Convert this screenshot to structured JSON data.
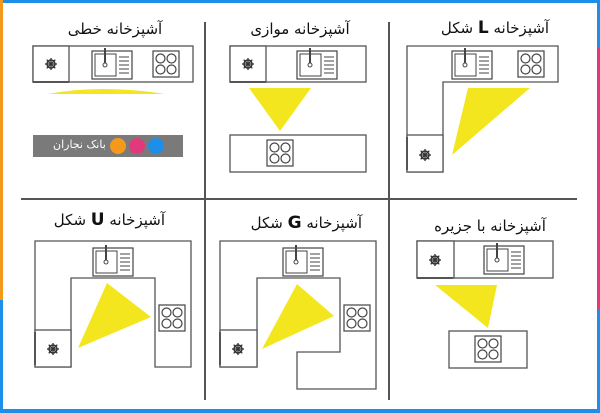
{
  "colors": {
    "frame_blue": "#1e8fe8",
    "frame_orange": "#f39a1c",
    "frame_pink": "#e13a7c",
    "triangle_yellow": "#f4e61e",
    "line_gray": "#555555",
    "badge_gray": "#7a7a7a"
  },
  "panels": [
    {
      "id": "linear",
      "title": "آشپزخانه خطی",
      "letter": ""
    },
    {
      "id": "parallel",
      "title": "آشپزخانه موازی",
      "letter": ""
    },
    {
      "id": "l-shape",
      "title_prefix": "آشپزخانه",
      "letter": "L",
      "title_suffix": "شکل"
    },
    {
      "id": "u-shape",
      "title_prefix": "آشپزخانه",
      "letter": "U",
      "title_suffix": "شکل"
    },
    {
      "id": "g-shape",
      "title_prefix": "آشپزخانه",
      "letter": "G",
      "title_suffix": "شکل"
    },
    {
      "id": "island",
      "title": "آشپزخانه با جزیره",
      "letter": ""
    }
  ],
  "watermark": {
    "text": "بانک نجاران",
    "dot_colors": [
      "#f39a1c",
      "#e13a7c",
      "#1e8fe8"
    ]
  },
  "icons": {
    "fridge": "fridge-icon",
    "sink": "sink-icon",
    "stove": "stove-icon",
    "work_triangle": "work-triangle"
  }
}
